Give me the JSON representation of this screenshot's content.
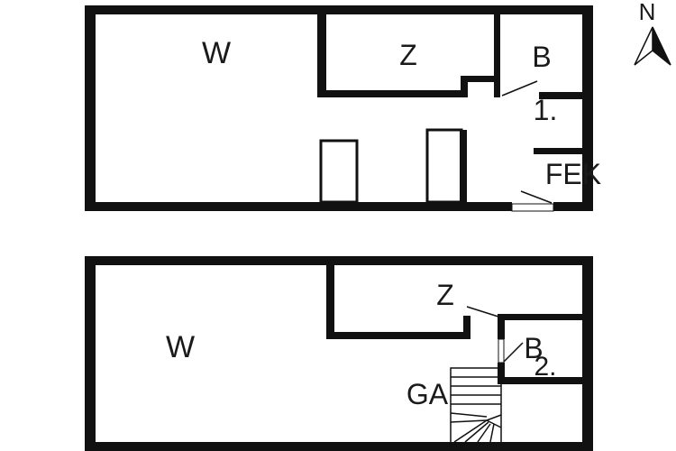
{
  "upper_floor": {
    "rooms": {
      "w": "W",
      "z": "Z",
      "b": "B",
      "level": "1.",
      "fek": "FEK"
    }
  },
  "lower_floor": {
    "rooms": {
      "w": "W",
      "z": "Z",
      "b": "B",
      "level": "2.",
      "ga": "GA"
    }
  },
  "compass": {
    "label": "N",
    "icon": "north-arrow-icon"
  },
  "colors": {
    "wall": "#111111",
    "background": "#ffffff"
  }
}
